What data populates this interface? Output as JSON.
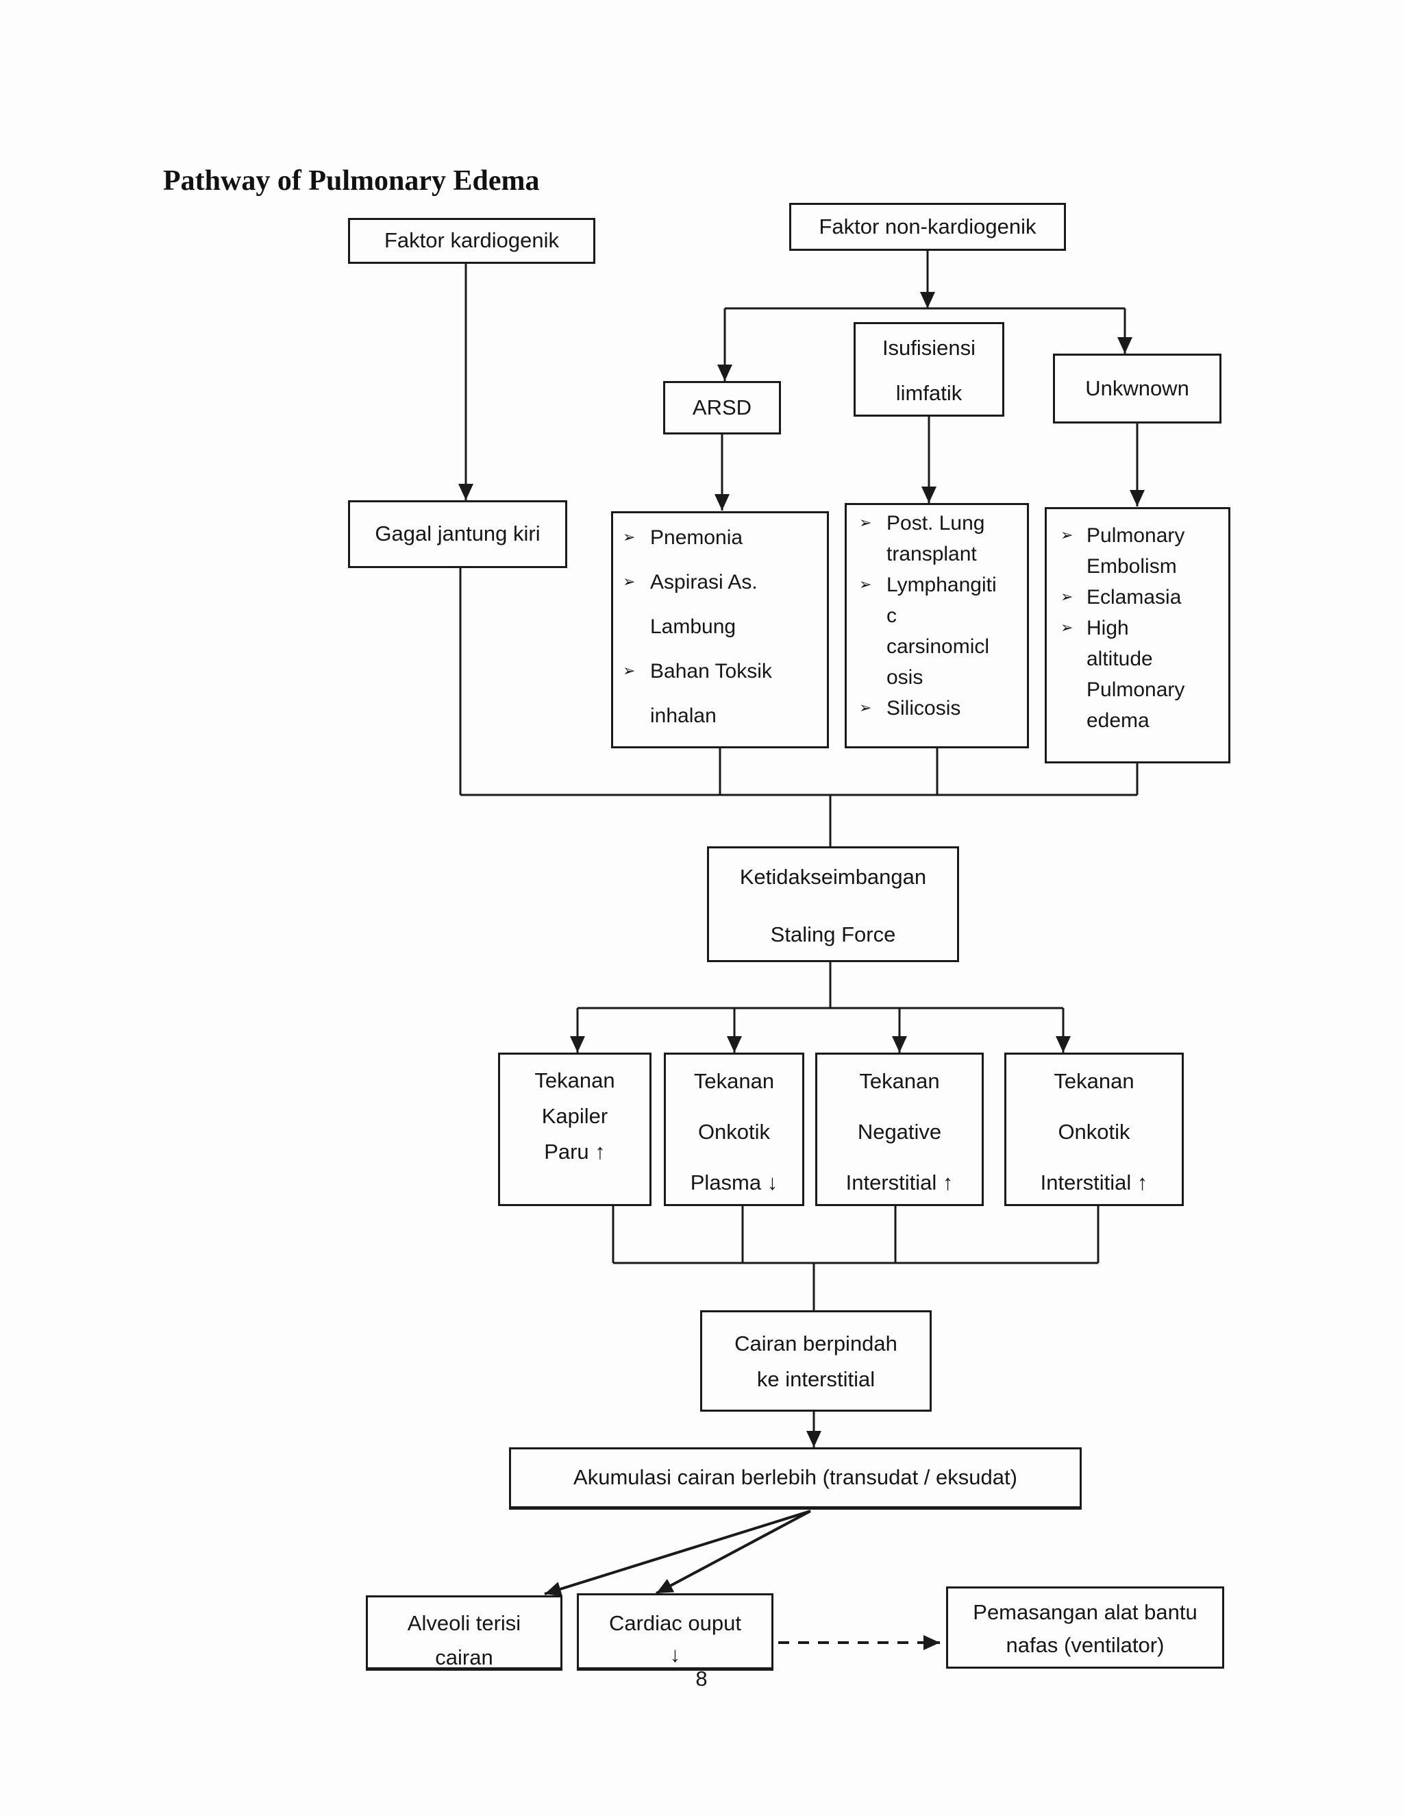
{
  "title": "Pathway of Pulmonary Edema",
  "page_number": "8",
  "bullet_glyph": "➢",
  "nodes": {
    "faktor_kardiogenik": {
      "label": "Faktor kardiogenik"
    },
    "faktor_non_kardiogenik": {
      "label": "Faktor non-kardiogenik"
    },
    "arsd": {
      "label": "ARSD"
    },
    "isufisiensi_limfatik": {
      "lines": [
        "Isufisiensi",
        "limfatik"
      ]
    },
    "unknown": {
      "label": "Unkwnown"
    },
    "gagal_jantung_kiri": {
      "label": "Gagal jantung kiri"
    },
    "arsd_causes": {
      "items": [
        [
          "Pnemonia"
        ],
        [
          "Aspirasi As.",
          "Lambung"
        ],
        [
          "Bahan Toksik",
          "inhalan"
        ]
      ]
    },
    "limfatik_causes": {
      "items": [
        [
          "Post. Lung",
          "transplant"
        ],
        [
          "Lymphangiti",
          "c",
          "carsinomicl",
          "osis"
        ],
        [
          "Silicosis"
        ]
      ]
    },
    "unknown_causes": {
      "items": [
        [
          "Pulmonary",
          "Embolism"
        ],
        [
          "Eclamasia"
        ],
        [
          "High",
          "altitude",
          "Pulmonary",
          "edema"
        ]
      ]
    },
    "ketidakseimbangan": {
      "lines": [
        "Ketidakseimbangan",
        "Staling Force"
      ]
    },
    "tekanan_kapiler_paru": {
      "lines": [
        "Tekanan",
        "Kapiler",
        "Paru ↑"
      ]
    },
    "tekanan_onkotik_plasma": {
      "lines": [
        "Tekanan",
        "Onkotik",
        "Plasma ↓"
      ]
    },
    "tekanan_negative_interstitial": {
      "lines": [
        "Tekanan",
        "Negative",
        "Interstitial ↑"
      ]
    },
    "tekanan_onkotik_interstitial": {
      "lines": [
        "Tekanan",
        "Onkotik",
        "Interstitial ↑"
      ]
    },
    "cairan_berpindah": {
      "lines": [
        "Cairan berpindah",
        "ke interstitial"
      ]
    },
    "akumulasi": {
      "label": "Akumulasi cairan berlebih (transudat / eksudat)"
    },
    "alveoli_terisi": {
      "lines": [
        "Alveoli terisi",
        "cairan"
      ]
    },
    "cardiac_output": {
      "lines": [
        "Cardiac ouput",
        "↓"
      ]
    },
    "ventilator": {
      "lines": [
        "Pemasangan alat bantu",
        "nafas (ventilator)"
      ]
    }
  }
}
